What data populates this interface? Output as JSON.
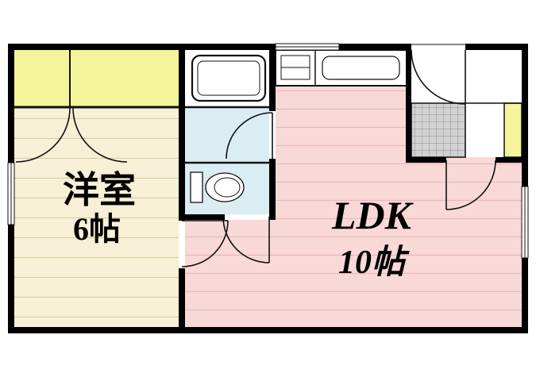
{
  "floorplan": {
    "rooms": {
      "western_room": {
        "label": "洋室",
        "size_label": "6帖"
      },
      "ldk": {
        "label": "LDK",
        "size_label": "10帖"
      }
    },
    "fixtures": {
      "bathtub": "bathtub",
      "toilet": "toilet",
      "kitchen_sink": "kitchen-sink",
      "stove": "stove",
      "entrance_tile": "genkan-tile",
      "closets": "closet"
    },
    "colors": {
      "wall": "#000000",
      "western_room_floor": "#f8f0d6",
      "western_room_floor_line": "#d9cba4",
      "ldk_floor": "#f9d8d8",
      "ldk_floor_line": "#e7b9b9",
      "wet_room_floor": "#d9edf2",
      "bath_floor": "#ffffff",
      "closet_fill": "#f4f49a",
      "entrance_tile": "#d2d2d2",
      "entrance_tile_line": "#8f8f8f"
    }
  }
}
